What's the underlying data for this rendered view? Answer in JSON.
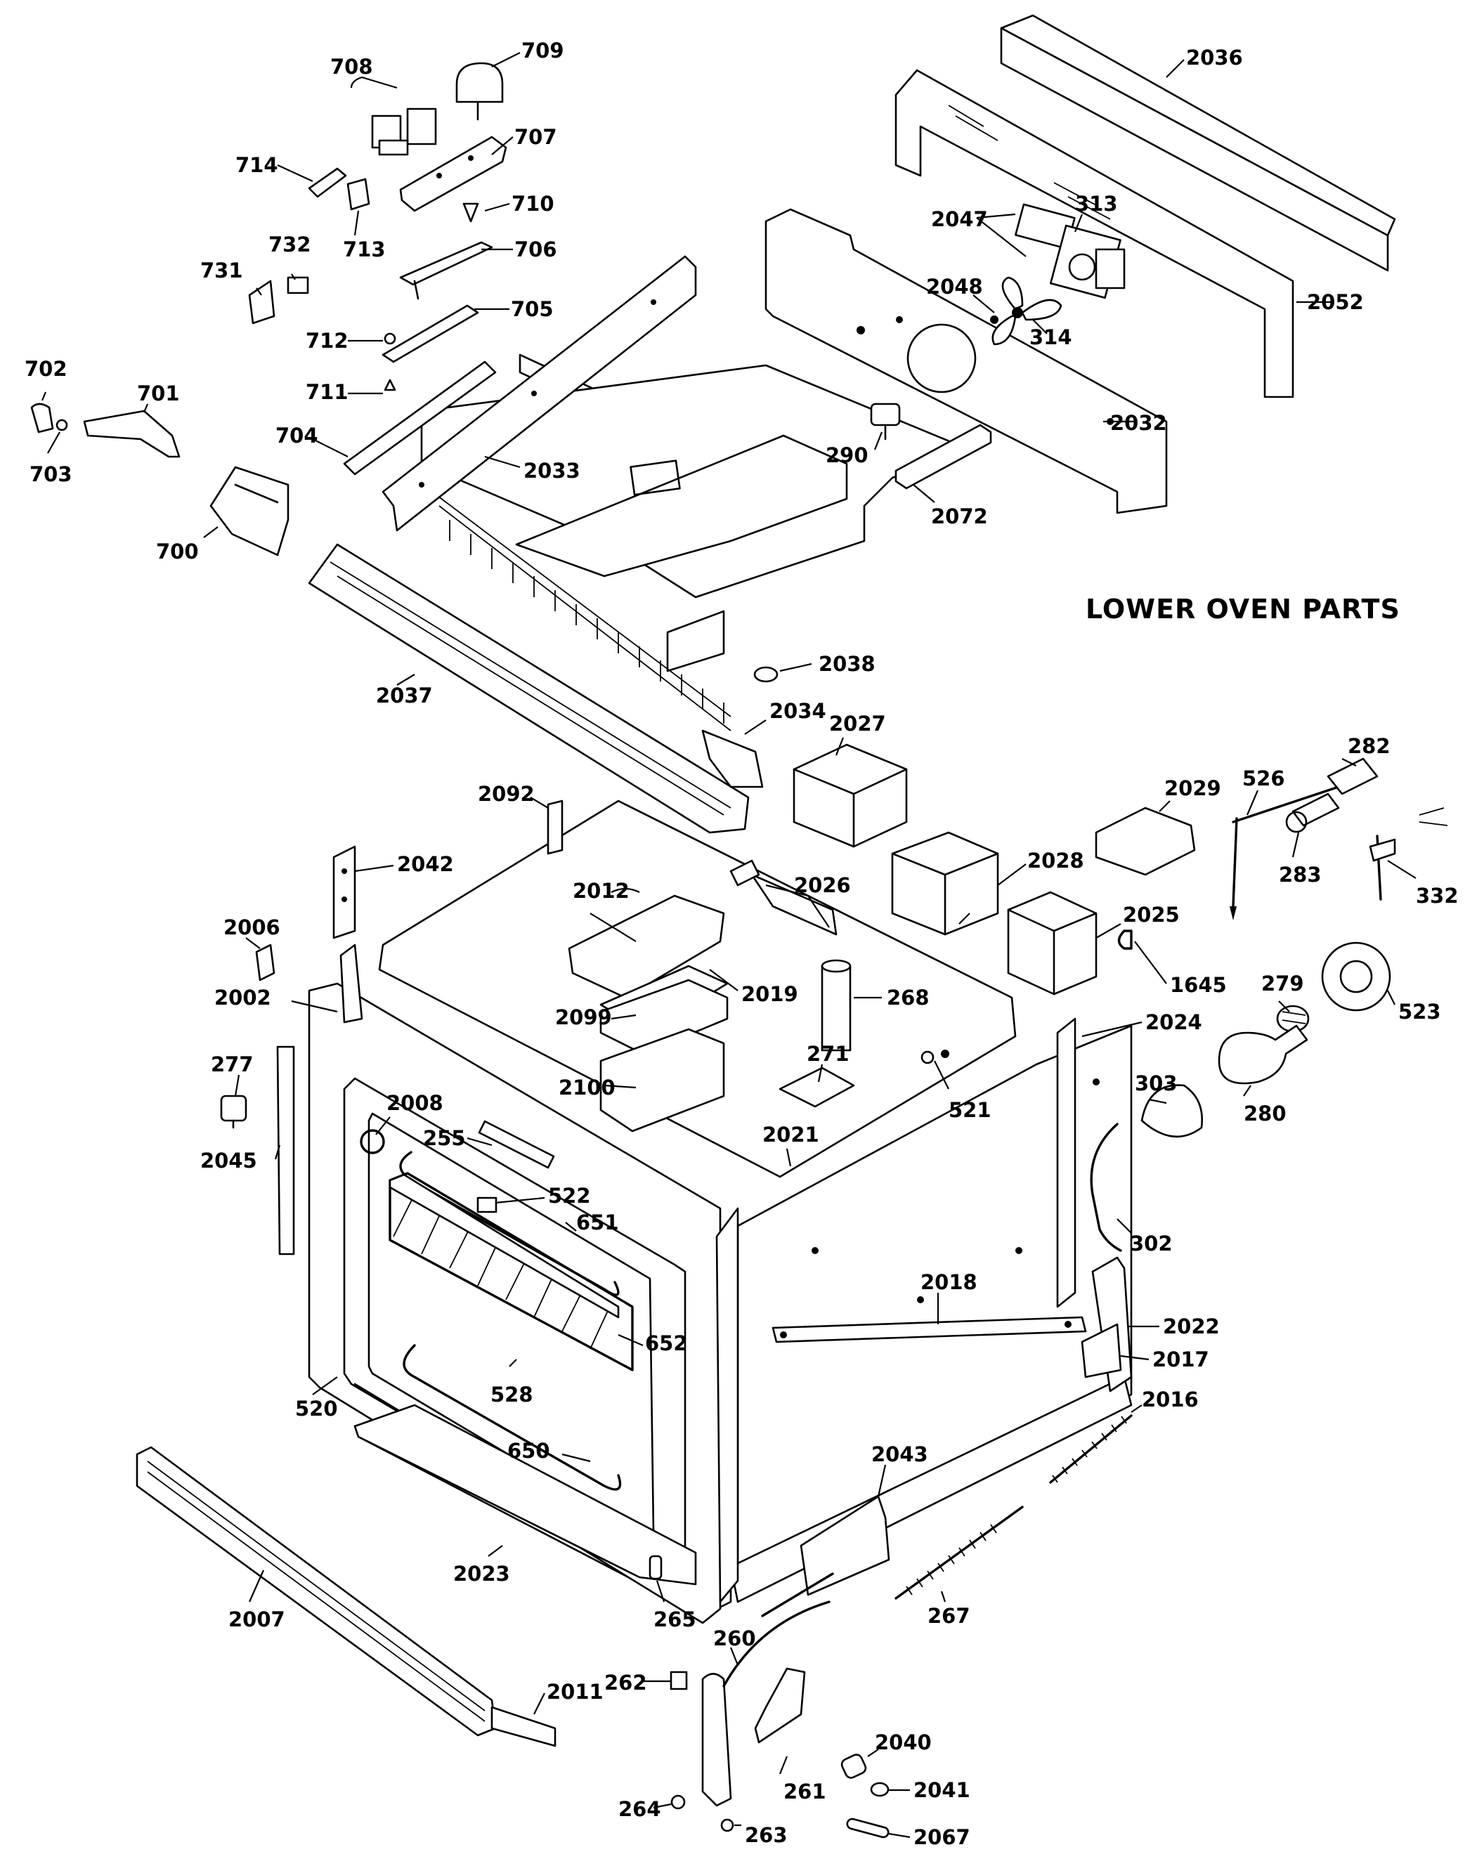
{
  "title": "LOWER OVEN PARTS",
  "callouts": [
    {
      "id": "c709",
      "text": "709"
    },
    {
      "id": "c708",
      "text": "708"
    },
    {
      "id": "c707",
      "text": "707"
    },
    {
      "id": "c714",
      "text": "714"
    },
    {
      "id": "c710",
      "text": "710"
    },
    {
      "id": "c713",
      "text": "713"
    },
    {
      "id": "c706",
      "text": "706"
    },
    {
      "id": "c732",
      "text": "732"
    },
    {
      "id": "c731",
      "text": "731"
    },
    {
      "id": "c705",
      "text": "705"
    },
    {
      "id": "c712",
      "text": "712"
    },
    {
      "id": "c711",
      "text": "711"
    },
    {
      "id": "c702",
      "text": "702"
    },
    {
      "id": "c701",
      "text": "701"
    },
    {
      "id": "c703",
      "text": "703"
    },
    {
      "id": "c704",
      "text": "704"
    },
    {
      "id": "c2033",
      "text": "2033"
    },
    {
      "id": "c700",
      "text": "700"
    },
    {
      "id": "c2036",
      "text": "2036"
    },
    {
      "id": "c2047",
      "text": "2047"
    },
    {
      "id": "c313",
      "text": "313"
    },
    {
      "id": "c2048",
      "text": "2048"
    },
    {
      "id": "c314",
      "text": "314"
    },
    {
      "id": "c2052",
      "text": "2052"
    },
    {
      "id": "c2032",
      "text": "2032"
    },
    {
      "id": "c290",
      "text": "290"
    },
    {
      "id": "c2072",
      "text": "2072"
    },
    {
      "id": "c2038",
      "text": "2038"
    },
    {
      "id": "c2037",
      "text": "2037"
    },
    {
      "id": "c2034",
      "text": "2034"
    },
    {
      "id": "c2027",
      "text": "2027"
    },
    {
      "id": "c2092",
      "text": "2092"
    },
    {
      "id": "c2042",
      "text": "2042"
    },
    {
      "id": "c2012",
      "text": "2012"
    },
    {
      "id": "c2026",
      "text": "2026"
    },
    {
      "id": "c2028",
      "text": "2028"
    },
    {
      "id": "c2029",
      "text": "2029"
    },
    {
      "id": "c526",
      "text": "526"
    },
    {
      "id": "c282",
      "text": "282"
    },
    {
      "id": "c283",
      "text": "283"
    },
    {
      "id": "c332",
      "text": "332"
    },
    {
      "id": "c2025",
      "text": "2025"
    },
    {
      "id": "c2006",
      "text": "2006"
    },
    {
      "id": "c2002",
      "text": "2002"
    },
    {
      "id": "c2019",
      "text": "2019"
    },
    {
      "id": "c268",
      "text": "268"
    },
    {
      "id": "c1645",
      "text": "1645"
    },
    {
      "id": "c279",
      "text": "279"
    },
    {
      "id": "c523",
      "text": "523"
    },
    {
      "id": "c2099",
      "text": "2099"
    },
    {
      "id": "c2024",
      "text": "2024"
    },
    {
      "id": "c277",
      "text": "277"
    },
    {
      "id": "c271",
      "text": "271"
    },
    {
      "id": "c2100",
      "text": "2100"
    },
    {
      "id": "c2008",
      "text": "2008"
    },
    {
      "id": "c255",
      "text": "255"
    },
    {
      "id": "c521",
      "text": "521"
    },
    {
      "id": "c303",
      "text": "303"
    },
    {
      "id": "c280",
      "text": "280"
    },
    {
      "id": "c2045",
      "text": "2045"
    },
    {
      "id": "c2021",
      "text": "2021"
    },
    {
      "id": "c522",
      "text": "522"
    },
    {
      "id": "c651",
      "text": "651"
    },
    {
      "id": "c302",
      "text": "302"
    },
    {
      "id": "c2018",
      "text": "2018"
    },
    {
      "id": "c2022",
      "text": "2022"
    },
    {
      "id": "c652",
      "text": "652"
    },
    {
      "id": "c2017",
      "text": "2017"
    },
    {
      "id": "c520",
      "text": "520"
    },
    {
      "id": "c528",
      "text": "528"
    },
    {
      "id": "c2016",
      "text": "2016"
    },
    {
      "id": "c650",
      "text": "650"
    },
    {
      "id": "c2043",
      "text": "2043"
    },
    {
      "id": "c2023",
      "text": "2023"
    },
    {
      "id": "c267",
      "text": "267"
    },
    {
      "id": "c265",
      "text": "265"
    },
    {
      "id": "c2007",
      "text": "2007"
    },
    {
      "id": "c260",
      "text": "260"
    },
    {
      "id": "c262",
      "text": "262"
    },
    {
      "id": "c2011",
      "text": "2011"
    },
    {
      "id": "c2040",
      "text": "2040"
    },
    {
      "id": "c261",
      "text": "261"
    },
    {
      "id": "c2041",
      "text": "2041"
    },
    {
      "id": "c264",
      "text": "264"
    },
    {
      "id": "c263",
      "text": "263"
    },
    {
      "id": "c2067",
      "text": "2067"
    }
  ]
}
